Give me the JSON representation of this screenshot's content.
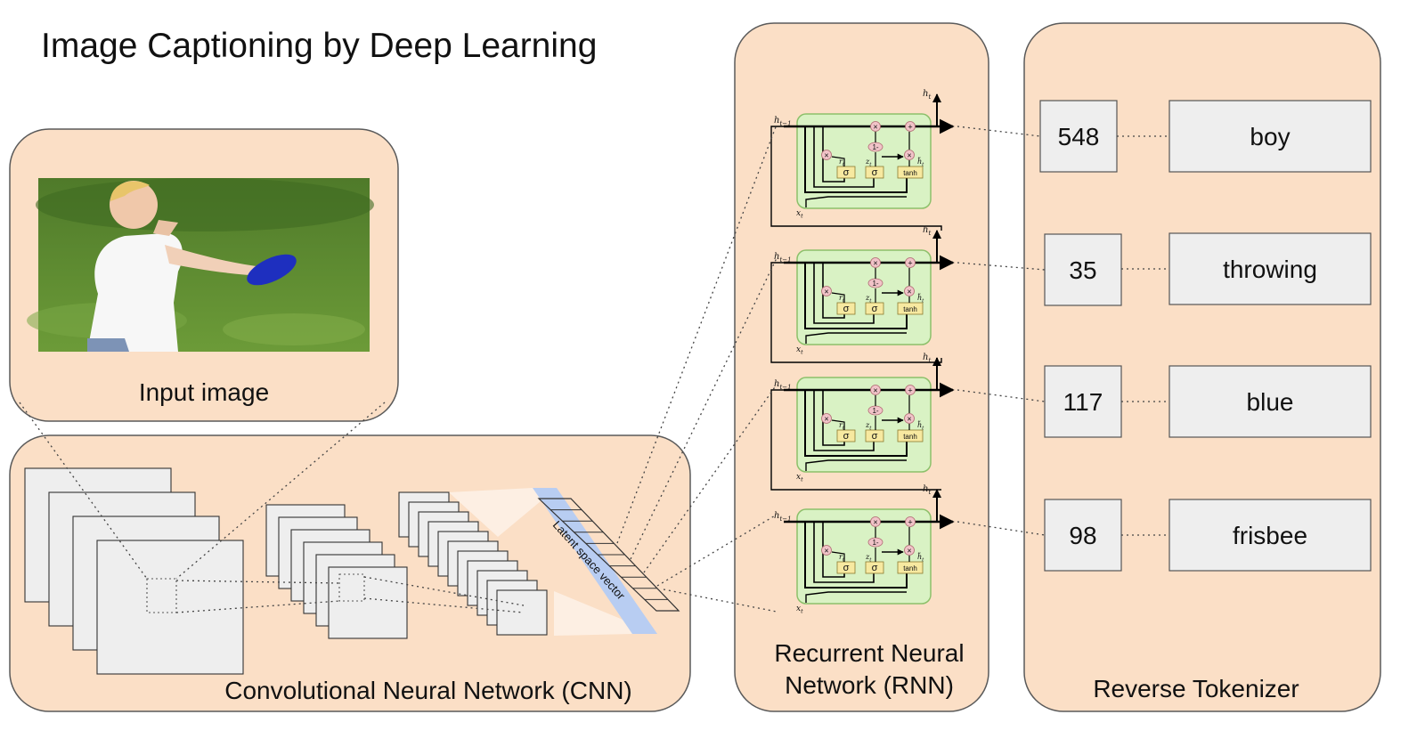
{
  "title": "Image Captioning by Deep Learning",
  "colors": {
    "panel_fill": "#fbdfc6",
    "panel_stroke": "#5a5a5a",
    "cell_fill": "#d9f2c4",
    "cell_stroke": "#8cc06a",
    "gate_fill": "#f7e9a0",
    "op_fill": "#f1c3c8",
    "box_fill": "#eeeeee",
    "latent_fill": "#b8cdf2"
  },
  "input_panel": {
    "label": "Input image"
  },
  "cnn_panel": {
    "label": "Convolutional Neural Network (CNN)",
    "latent_label": "Latent space vector"
  },
  "rnn_panel": {
    "label_line1": "Recurrent Neural",
    "label_line2": "Network (RNN)",
    "cell_labels": {
      "h_out": "h",
      "h_out_sub": "t",
      "h_in": "h",
      "h_in_sub": "t−1",
      "x_in": "x",
      "x_in_sub": "t",
      "r": "r",
      "r_sub": "t",
      "z": "z",
      "z_sub": "t",
      "htilde": "h̃",
      "htilde_sub": "t",
      "sigma": "σ",
      "tanh": "tanh",
      "times": "×",
      "plus": "+",
      "one_minus": "1-"
    }
  },
  "tokenizer_panel": {
    "label": "Reverse Tokenizer",
    "tokens": [
      {
        "id": "548",
        "word": "boy"
      },
      {
        "id": "35",
        "word": "throwing"
      },
      {
        "id": "117",
        "word": "blue"
      },
      {
        "id": "98",
        "word": "frisbee"
      }
    ]
  }
}
